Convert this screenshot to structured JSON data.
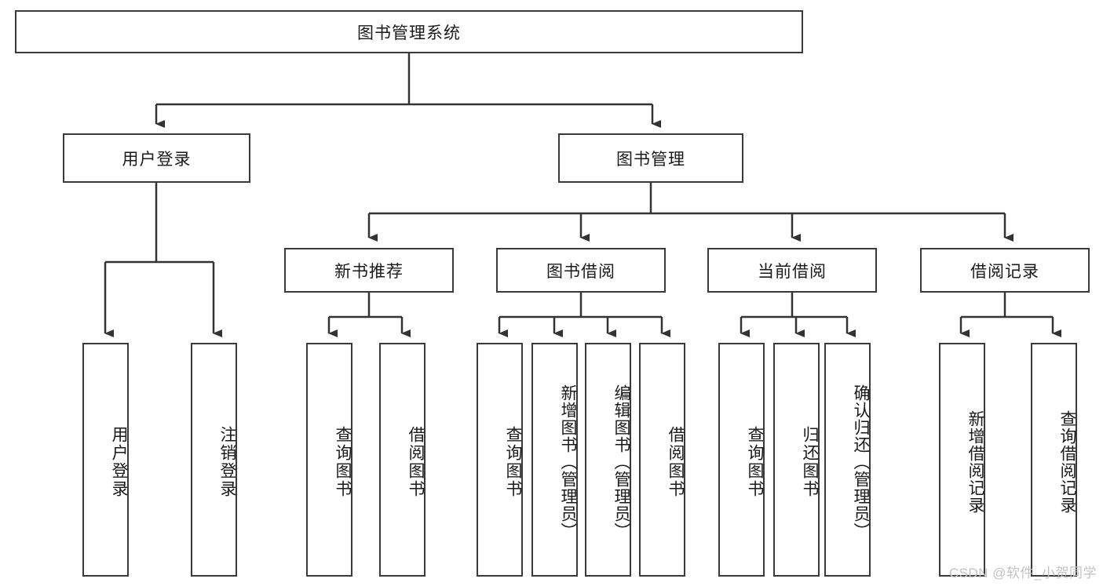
{
  "diagram": {
    "type": "tree-hierarchy",
    "title": "图书管理系统",
    "root": {
      "label": "图书管理系统"
    },
    "level1": [
      {
        "id": "user-login",
        "label": "用户登录"
      },
      {
        "id": "book-management",
        "label": "图书管理"
      }
    ],
    "level2": [
      {
        "id": "new-book-recommend",
        "label": "新书推荐",
        "parent": "book-management"
      },
      {
        "id": "book-borrow",
        "label": "图书借阅",
        "parent": "book-management"
      },
      {
        "id": "current-borrow",
        "label": "当前借阅",
        "parent": "book-management"
      },
      {
        "id": "borrow-record",
        "label": "借阅记录",
        "parent": "book-management"
      }
    ],
    "leaves": [
      {
        "id": "leaf-user-login",
        "label": "用户登录",
        "parent": "user-login"
      },
      {
        "id": "leaf-user-logout",
        "label": "注销登录",
        "parent": "user-login"
      },
      {
        "id": "leaf-query-book-1",
        "label": "查询图书",
        "parent": "new-book-recommend"
      },
      {
        "id": "leaf-borrow-book-1",
        "label": "借阅图书",
        "parent": "new-book-recommend"
      },
      {
        "id": "leaf-query-book-2",
        "label": "查询图书",
        "parent": "book-borrow"
      },
      {
        "id": "leaf-add-book",
        "label": "新增图书（管理员）",
        "parent": "book-borrow"
      },
      {
        "id": "leaf-edit-book",
        "label": "编辑图书（管理员）",
        "parent": "book-borrow"
      },
      {
        "id": "leaf-borrow-book-2",
        "label": "借阅图书",
        "parent": "book-borrow"
      },
      {
        "id": "leaf-query-book-3",
        "label": "查询图书",
        "parent": "current-borrow"
      },
      {
        "id": "leaf-return-book",
        "label": "归还图书",
        "parent": "current-borrow"
      },
      {
        "id": "leaf-confirm-return",
        "label": "确认归还（管理员）",
        "parent": "current-borrow"
      },
      {
        "id": "leaf-add-record",
        "label": "新增借阅记录",
        "parent": "borrow-record"
      },
      {
        "id": "leaf-query-record",
        "label": "查询借阅记录",
        "parent": "borrow-record"
      }
    ],
    "watermark": "CSDN @软件_小贺同学",
    "colors": {
      "box_border": "#3a3a3a",
      "line": "#333333",
      "text": "#1a1a1a",
      "watermark": "#c3c3c3",
      "background": "#ffffff"
    }
  }
}
